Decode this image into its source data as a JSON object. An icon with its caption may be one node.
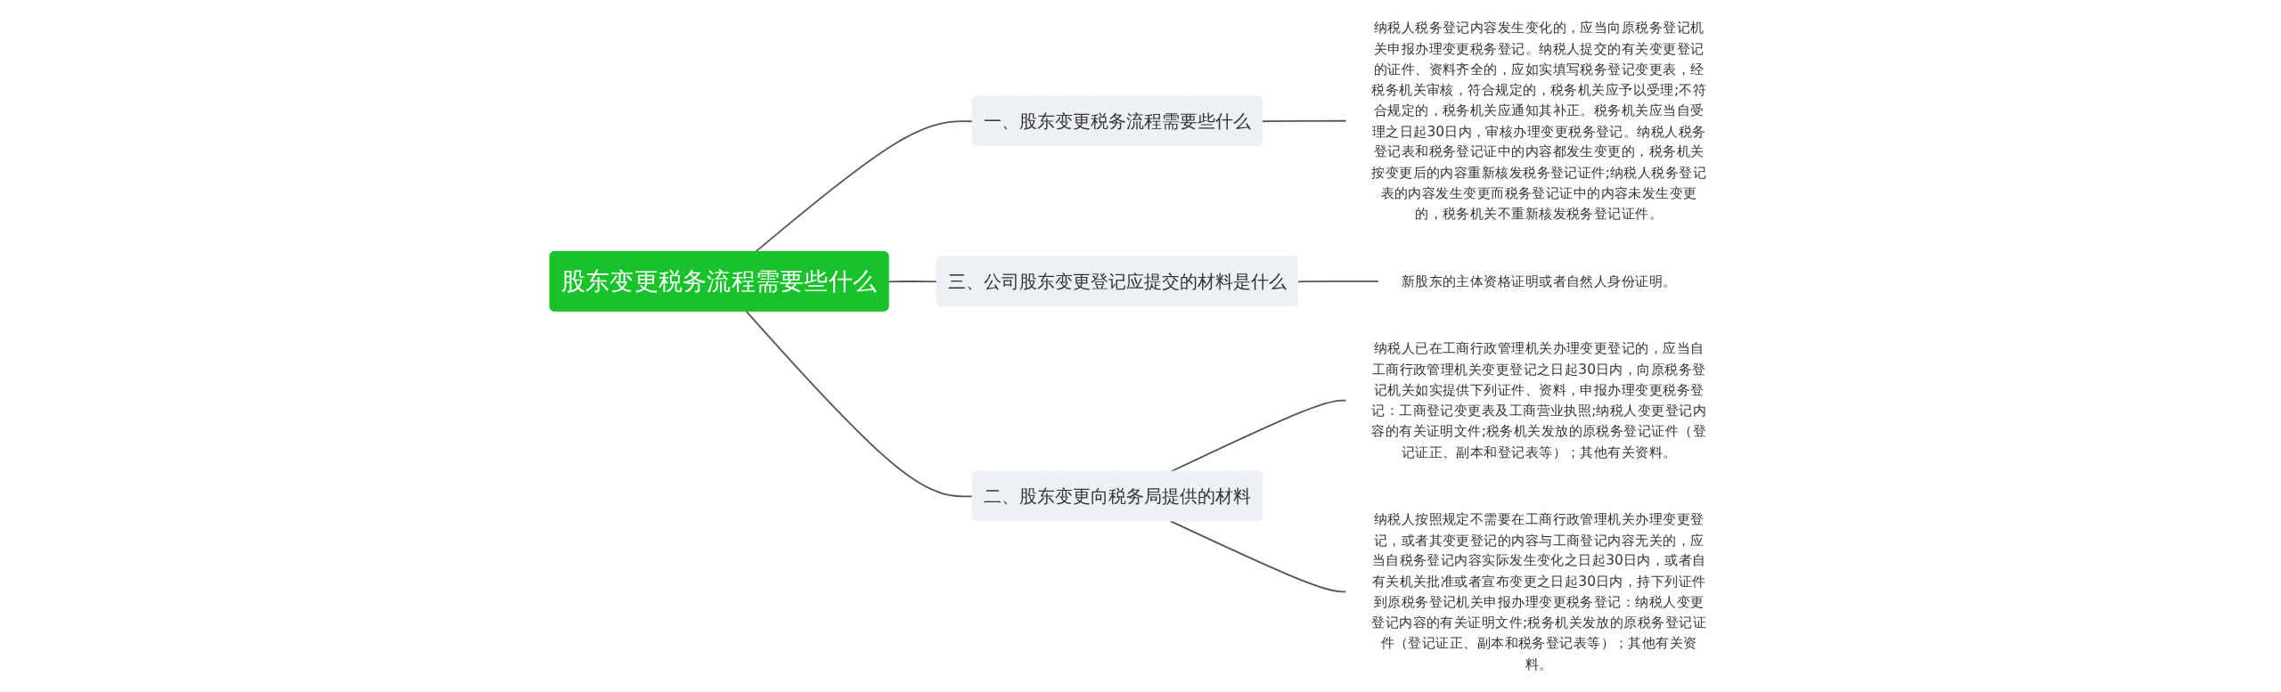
{
  "diagram": {
    "nodes": [
      {
        "text": [
          "股东变更税务流程需要些什么"
        ]
      },
      {
        "text": [
          "一、股东变更税务流程需要些什么"
        ]
      },
      {
        "text": [
          "纳税人税务登记内容发生变化的，应当向原税务登记机关申报办理变更税务登记。纳税人提交的有关变更登记的证件、资料齐全的，应如实填写税务登记变更表，经税务机关审核，符合规定的，税务机关应予以受理;不符合规定的，税务机关应通知其补正。税务机关应当自受理之日起30日内，审核办理变更税务登记。纳税人税务登记表和税务登记证中的内容都发生变更的，税务机关按变更后的内容重新核发税务登记证件;纳税人税务登记表的内容发生变更而税务登记证中的内容未发生变更的，税务机关不重新核发税务登记证件。"
        ]
      },
      {
        "text": [
          "三、公司股东变更登记应提交的材料是什么"
        ]
      },
      {
        "text": [
          "新股东的主体资格证明或者自然人身份证明。"
        ]
      },
      {
        "text": [
          "二、股东变更向税务局提供的材料"
        ]
      },
      {
        "text": [
          "纳税人已在工商行政管理机关办理变更登记的，应当自工商行政管理机关变更登记之日起30日内，向原税务登记机关如实提供下列证件、资料，申报办理变更税务登记：工商登记变更表及工商营业执照;纳税人变更登记内容的有关证明文件;税务机关发放的原税务登记证件（登记证正、副本和登记表等）；其他有关资料。"
        ]
      },
      {
        "text": [
          "纳税人按照规定不需要在工商行政管理机关办理变更登记，或者其变更登记的内容与工商登记内容无关的，应当自税务登记内容实际发生变化之日起30日内，或者自有关机关批准或者宣布变更之日起30日内，持下列证件到原税务登记机关申报办理变更税务登记：纳税人变更登记内容的有关证明文件;税务机关发放的原税务登记证件（登记证正、副本和税务登记表等）；其他有关资料。"
        ]
      }
    ],
    "edges": [
      {
        "from": 0,
        "to": 1,
        "arrow": "none"
      },
      {
        "from": 1,
        "to": 2,
        "arrow": "none"
      },
      {
        "from": 0,
        "to": 3,
        "arrow": "none"
      },
      {
        "from": 3,
        "to": 4,
        "arrow": "none"
      },
      {
        "from": 0,
        "to": 5,
        "arrow": "none"
      },
      {
        "from": 5,
        "to": 6,
        "arrow": "none"
      },
      {
        "from": 5,
        "to": 7,
        "arrow": "none"
      }
    ]
  }
}
